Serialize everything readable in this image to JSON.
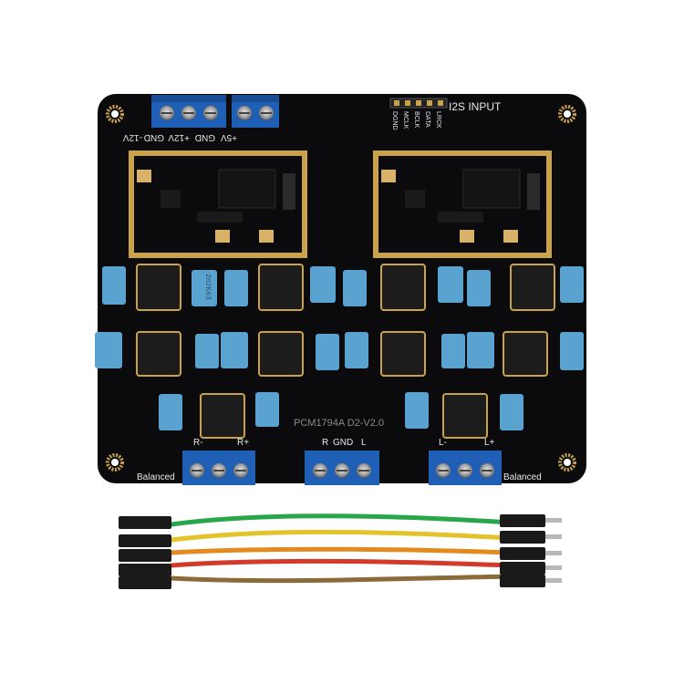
{
  "board": {
    "model_text": "PCM1794A D2-V2.0",
    "i2s_label": "I2S INPUT",
    "i2s_pins": [
      "LRCK",
      "DATA",
      "BCLK",
      "MCLK",
      "DGND"
    ],
    "power_labels": [
      "-12V",
      "GND",
      "+12V",
      "GND",
      "+5V"
    ],
    "left_output_labels": [
      "R-",
      "R+"
    ],
    "center_output_labels": [
      "R",
      "GND",
      "L"
    ],
    "right_output_labels": [
      "L-",
      "L+"
    ],
    "balanced_left": "Balanced",
    "balanced_right": "Balanced",
    "cap_marking": "2n2K63"
  },
  "colors": {
    "pcb": "#0b0b0d",
    "terminal": "#1f5fb5",
    "capacitor": "#5aa2cf",
    "gold": "#c9a24a"
  },
  "wires": [
    "#2aa64a",
    "#e3c22b",
    "#e58a1e",
    "#d23a2a",
    "#8a6b3a"
  ]
}
